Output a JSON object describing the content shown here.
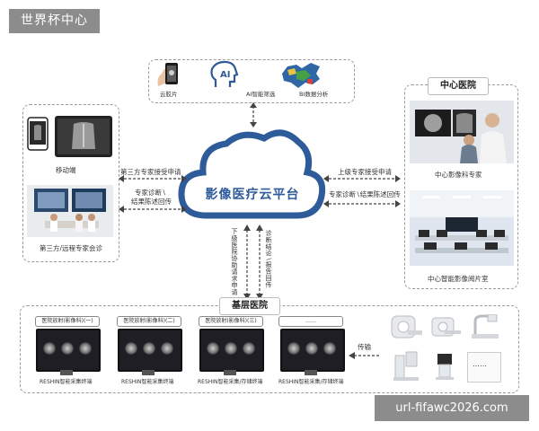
{
  "watermark_top": "世界杯中心",
  "watermark_bottom": "url-fifawc2026.com",
  "cloud_title": "影像医疗云平台",
  "top_panel": {
    "items": [
      "云胶片",
      "AI智能筛选",
      "BI数据分析"
    ],
    "ai_logo": "AI"
  },
  "left_panel": {
    "mobile_label": "移动端",
    "consult_label": "第三方/远程专家会诊"
  },
  "right_panel": {
    "title": "中心医院",
    "expert_label": "中心影像科专家",
    "room_label": "中心智能影像阅片室"
  },
  "bottom_panel": {
    "title": "基层医院",
    "dept_tags": [
      "医院放射(影像科)(一)",
      "医院放射(影像科)(二)",
      "医院放射(影像科)(三)",
      "……"
    ],
    "device_labels": [
      "RESHIN智能采集终端",
      "RESHIN智能采集终端",
      "RESHIN智能采集/存储终端",
      "RESHIN智能采集/存储终端"
    ],
    "transfer_label": "传输",
    "more_dots": "……"
  },
  "arrows": {
    "left_top": "第三方专家接受申请",
    "left_bottom_1": "专家诊断∖",
    "left_bottom_2": "结果陈述回传",
    "right_top": "上级专家接受申请",
    "right_bottom": "专家诊断∖结果陈述回传",
    "bottom_left": "下级医院协助请求申请",
    "bottom_right": "诊断结论∖报告回传"
  }
}
